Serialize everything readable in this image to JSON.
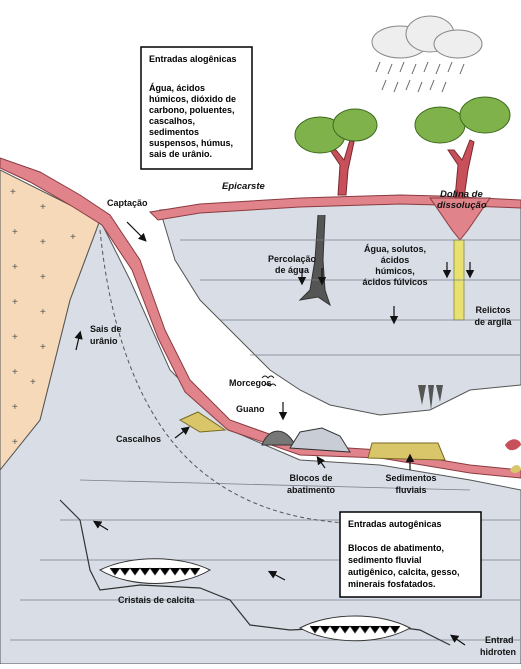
{
  "box_allogenic": {
    "title": "Entradas alogênicas",
    "lines": [
      "Água, ácidos",
      "húmicos, dióxido de",
      "carbono, poluentes,",
      "cascalhos,",
      "sedimentos",
      "suspensos, húmus,",
      "sais de urânio."
    ]
  },
  "box_autogenic": {
    "title": "Entradas autogênicas",
    "lines": [
      "Blocos de abatimento,",
      "sedimento fluvial",
      "autigênico, calcita, gesso,",
      "minerais fosfatados."
    ]
  },
  "labels": {
    "epicarste": "Epicarste",
    "dolina": [
      "Dolina de",
      "dissolução"
    ],
    "captacao": "Captação",
    "percolacao": [
      "Percolação",
      "de água"
    ],
    "solutos": [
      "Água, solutos,",
      "ácidos",
      "húmicos,",
      "ácidos fúlvicos"
    ],
    "relictos": [
      "Relictos",
      "de argila"
    ],
    "sais": [
      "Sais de",
      "urânio"
    ],
    "morcegos": "Morcegos",
    "guano": "Guano",
    "cascalhos": "Cascalhos",
    "blocos": [
      "Blocos de",
      "abatimento"
    ],
    "sedimentos": [
      "Sedimentos",
      "fluviais"
    ],
    "cristais": "Cristais de calcita",
    "hidrotermal": [
      "Entrad",
      "hidroten"
    ]
  },
  "colors": {
    "granite": "#f5d9b8",
    "limestone": "#d8dde6",
    "soil": "#e0838a",
    "clay": "#e8e070",
    "sediment": "#d9c56a",
    "tree_leaves": "#7fb24a",
    "tree_trunk": "#c8505a",
    "cloud": "#eeeeee"
  }
}
